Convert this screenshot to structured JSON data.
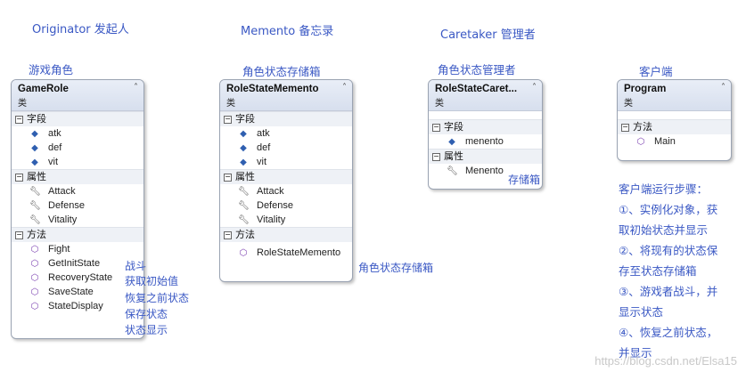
{
  "headers": {
    "originator": "Originator 发起人",
    "memento": "Memento 备忘录",
    "caretaker": "Caretaker 管理者"
  },
  "captions": {
    "game_role": "游戏角色",
    "role_state_memento": "角色状态存储箱",
    "role_state_caretaker": "角色状态管理者",
    "client": "客户端"
  },
  "section_labels": {
    "fields": "字段",
    "properties": "属性",
    "methods": "方法"
  },
  "classes": {
    "game_role": {
      "name": "GameRole",
      "kind": "类",
      "fields": [
        "atk",
        "def",
        "vit"
      ],
      "properties": [
        "Attack",
        "Defense",
        "Vitality"
      ],
      "methods": [
        "Fight",
        "GetInitState",
        "RecoveryState",
        "SaveState",
        "StateDisplay"
      ]
    },
    "role_state_memento": {
      "name": "RoleStateMemento",
      "kind": "类",
      "fields": [
        "atk",
        "def",
        "vit"
      ],
      "properties": [
        "Attack",
        "Defense",
        "Vitality"
      ],
      "methods": [
        "RoleStateMemento"
      ]
    },
    "role_state_caretaker": {
      "name": "RoleStateCaret...",
      "kind": "类",
      "fields": [
        "menento"
      ],
      "properties": [
        "Menento"
      ]
    },
    "program": {
      "name": "Program",
      "kind": "类",
      "methods": [
        "Main"
      ]
    }
  },
  "method_notes": [
    "战斗",
    "获取初始值",
    "恢复之前状态",
    "保存状态",
    "状态显示"
  ],
  "memento_ctor_note": "角色状态存储箱",
  "menento_prop_note": "存储箱",
  "client_steps": {
    "title": "客户端运行步骤：",
    "lines": [
      "①、实例化对象，获",
      "取初始状态并显示",
      "②、将现有的状态保",
      "存至状态存储箱",
      "③、游戏者战斗，并",
      "显示状态",
      "④、恢复之前状态，",
      "并显示"
    ]
  },
  "watermark": "https://blog.csdn.net/Elsa15",
  "icons": {
    "field": "field-icon",
    "property": "wrench-icon",
    "method": "method-icon",
    "collapse": "collapse-chevron-icon",
    "section_toggle": "minus-box-icon"
  }
}
